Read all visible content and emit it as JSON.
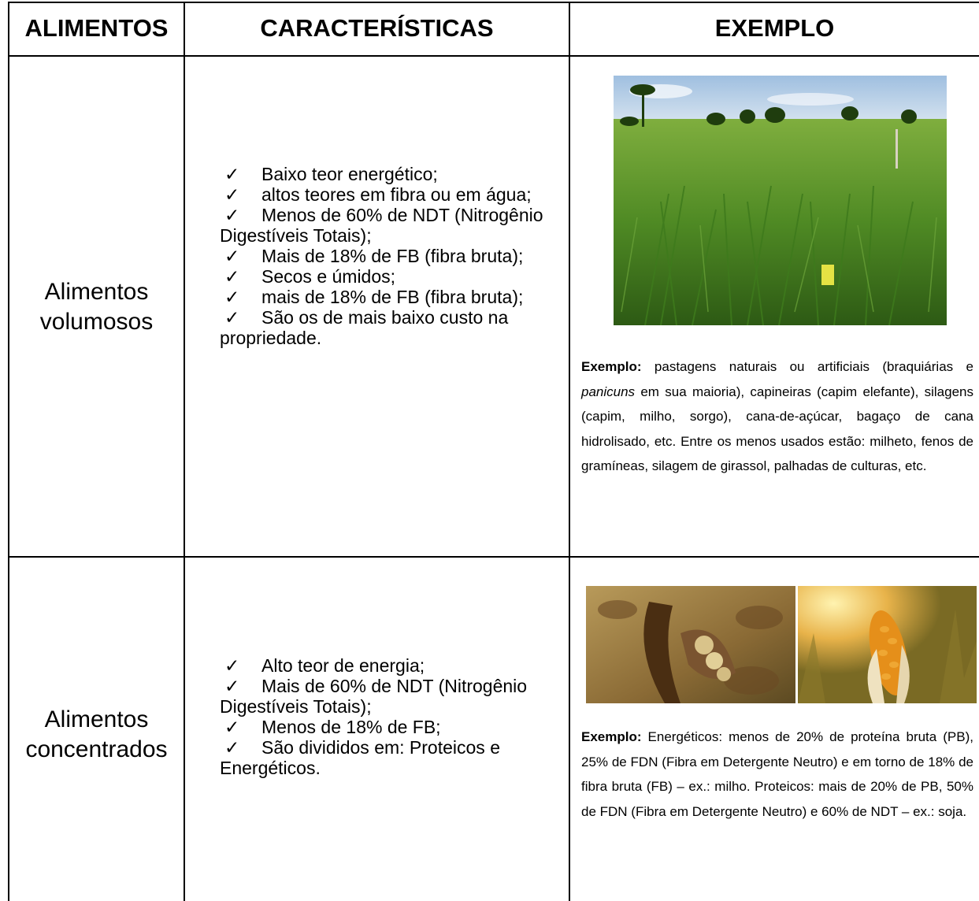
{
  "table": {
    "headers": {
      "foods": "ALIMENTOS",
      "characteristics": "CARACTERÍSTICAS",
      "example": "EXEMPLO"
    },
    "check_symbol": "✓",
    "rows": [
      {
        "category": "Alimentos volumosos",
        "characteristics": [
          "Baixo teor energético;",
          "altos teores em fibra ou em água;",
          "Menos de 60% de NDT (Nitrogênio Digestíveis Totais);",
          "Mais de 18% de FB (fibra bruta);",
          "Secos e úmidos;",
          "mais de 18% de FB (fibra bruta);",
          "São os de mais baixo custo na propriedade."
        ],
        "images": [
          "pasture-grass-photo"
        ],
        "example_label": "Exemplo:",
        "example_parts": [
          " pastagens naturais ou artificiais (braquiárias e ",
          "panicuns",
          " em sua maioria), capineiras (capim elefante), silagens (capim, milho, sorgo), cana-de-açúcar, bagaço de cana hidrolisado, etc. Entre os menos usados estão: milheto, fenos de gramíneas, silagem de girassol, palhadas de culturas, etc."
        ]
      },
      {
        "category": "Alimentos concentrados",
        "characteristics": [
          "Alto teor de energia;",
          "Mais de 60% de NDT (Nitrogênio Digestíveis Totais);",
          "Menos de 18% de FB;",
          "São divididos em: Proteicos e Energéticos."
        ],
        "images": [
          "soybean-pod-photo",
          "corn-cob-photo"
        ],
        "example_label": "Exemplo:",
        "example_text": " Energéticos: menos de 20% de proteína bruta (PB), 25% de FDN (Fibra em Detergente Neutro) e em torno de 18% de fibra bruta (FB) – ex.: milho. Proteicos: mais de 20% de PB, 50% de FDN (Fibra em Detergente Neutro) e 60% de NDT – ex.: soja."
      }
    ]
  }
}
